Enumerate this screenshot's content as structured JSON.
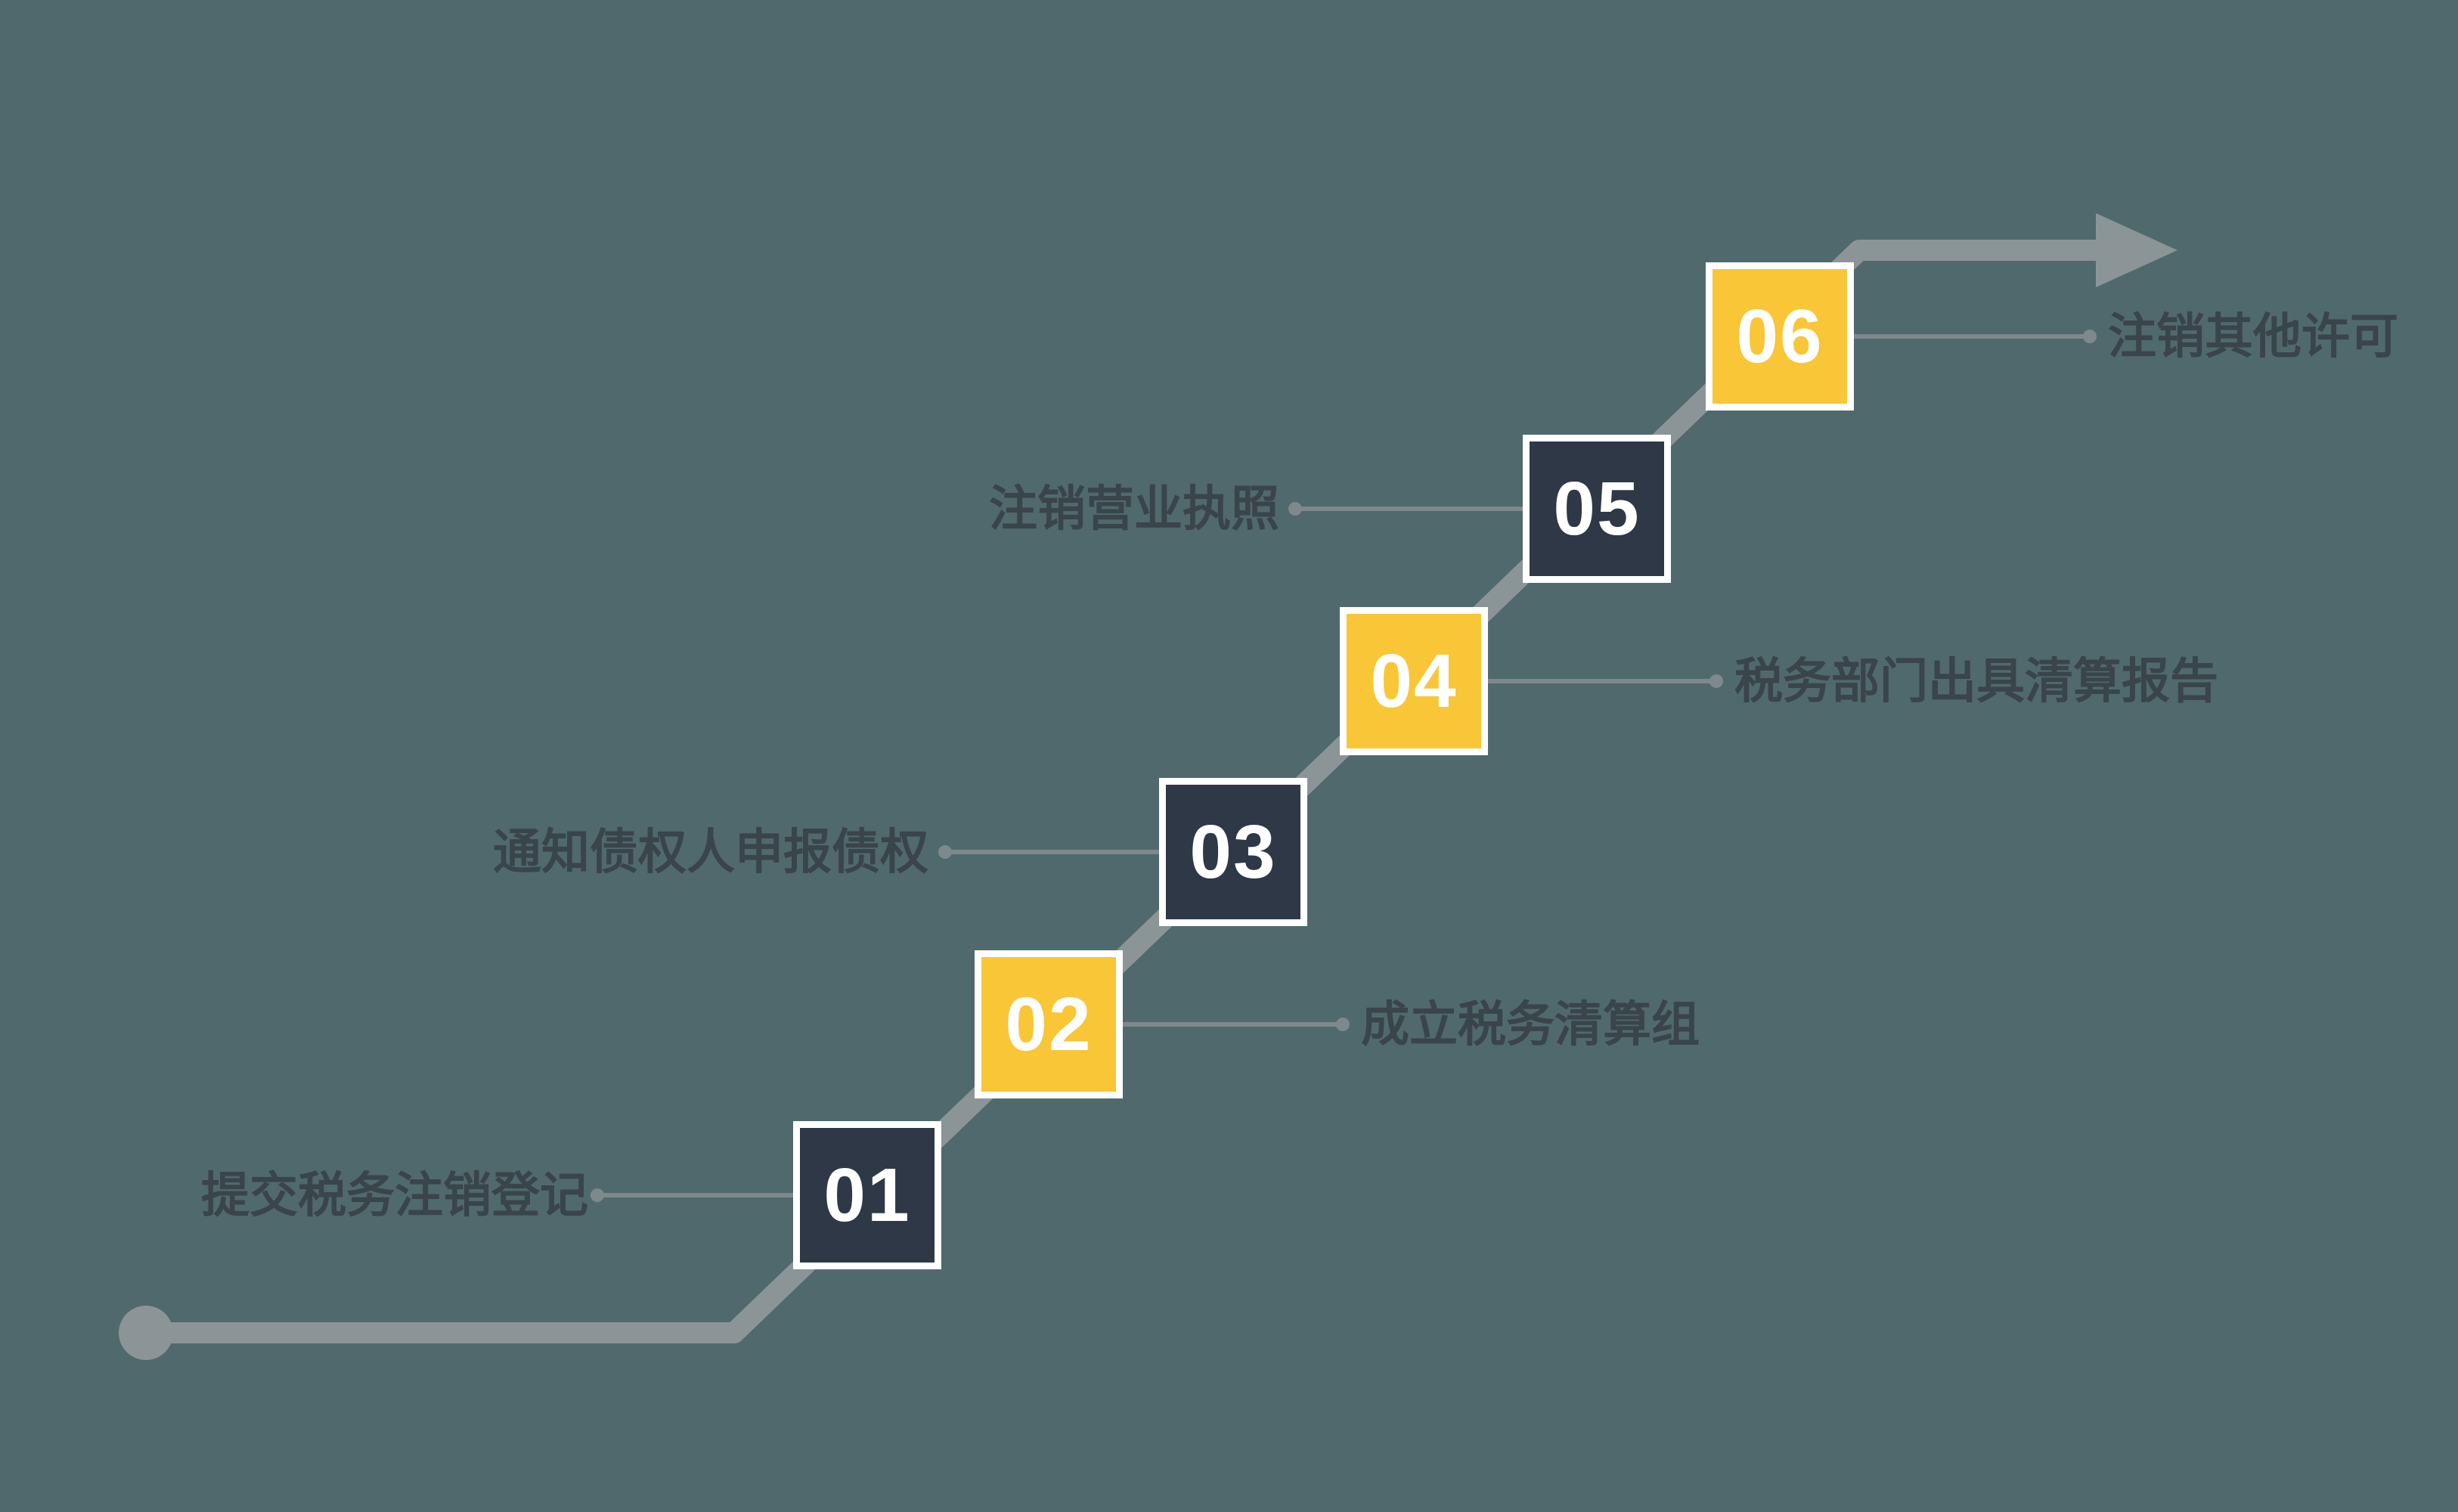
{
  "diagram": {
    "type": "staircase-process",
    "direction": "bottom-left to top-right",
    "colors": {
      "background": "#50696c",
      "box_dark": "#2e3847",
      "box_yellow": "#f8c636",
      "box_border": "#ffffff",
      "path_line": "#8b9598",
      "connector_line": "#7e898c",
      "label_text": "#39444b",
      "number_text": "#ffffff"
    },
    "steps": [
      {
        "number": "01",
        "label": "提交税务注销登记",
        "box_color": "dark",
        "label_side": "left"
      },
      {
        "number": "02",
        "label": "成立税务清算组",
        "box_color": "yellow",
        "label_side": "right"
      },
      {
        "number": "03",
        "label": "通知债权人申报债权",
        "box_color": "dark",
        "label_side": "left"
      },
      {
        "number": "04",
        "label": "税务部门出具清算报告",
        "box_color": "yellow",
        "label_side": "right"
      },
      {
        "number": "05",
        "label": "注销营业执照",
        "box_color": "dark",
        "label_side": "left"
      },
      {
        "number": "06",
        "label": "注销其他许可",
        "box_color": "yellow",
        "label_side": "right"
      }
    ]
  }
}
